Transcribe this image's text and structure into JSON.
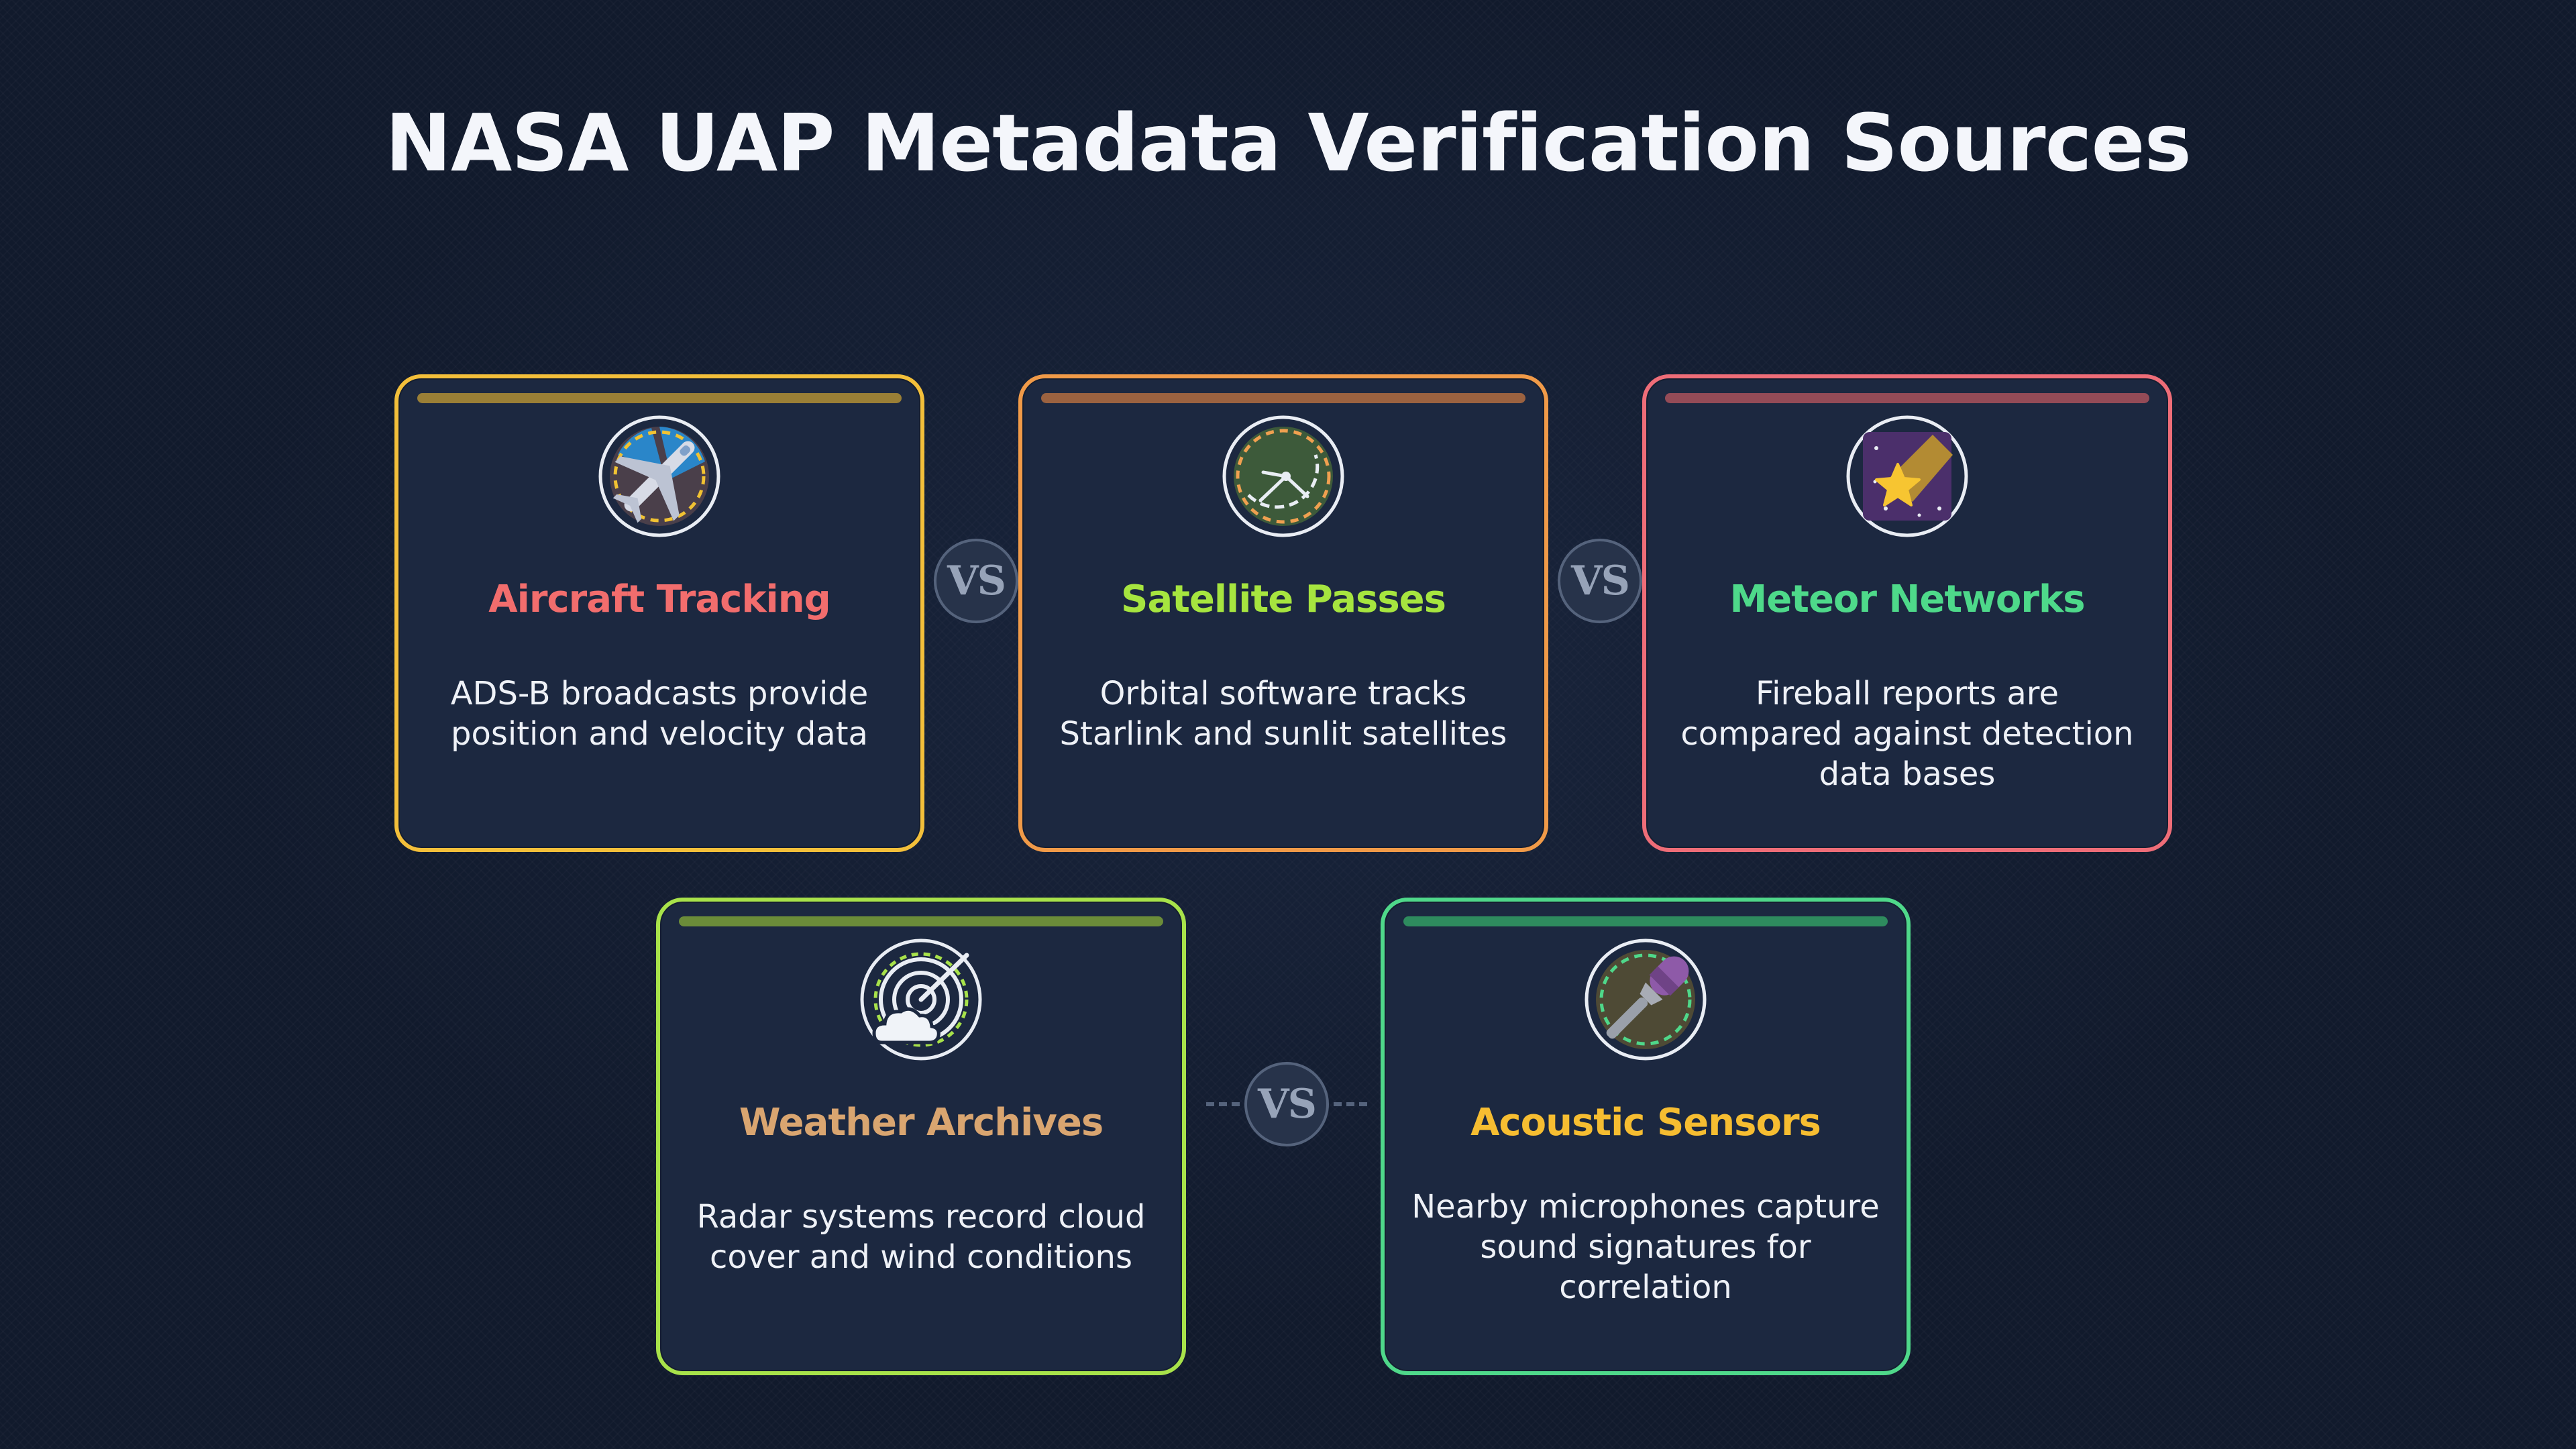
{
  "title": "NASA UAP Metadata Verification Sources",
  "vs_label": "VS",
  "cards": [
    {
      "heading": "Aircraft Tracking",
      "description": "ADS-B broadcasts provide position and velocity data",
      "icon": "airplane-icon",
      "border_color": "#f3bf3a",
      "bar_color": "#9a7f36",
      "heading_color": "#f26d6d"
    },
    {
      "heading": "Satellite Passes",
      "description": "Orbital software tracks Starlink and sunlit satellites",
      "icon": "satellite-dish-icon",
      "border_color": "#f09a48",
      "bar_color": "#9b6240",
      "heading_color": "#a6e53f"
    },
    {
      "heading": "Meteor Networks",
      "description": "Fireball reports are compared against detection data bases",
      "icon": "shooting-star-icon",
      "border_color": "#ee6d78",
      "bar_color": "#944b57",
      "heading_color": "#4ed98a"
    },
    {
      "heading": "Weather Archives",
      "description": "Radar systems record cloud cover and wind conditions",
      "icon": "weather-radar-icon",
      "border_color": "#a8e24a",
      "bar_color": "#6b8c39",
      "heading_color": "#d9a570"
    },
    {
      "heading": "Acoustic Sensors",
      "description": "Nearby microphones capture sound signatures for correlation",
      "icon": "microphone-icon",
      "border_color": "#4fd88a",
      "bar_color": "#2e8b5e",
      "heading_color": "#f6bd31"
    }
  ]
}
